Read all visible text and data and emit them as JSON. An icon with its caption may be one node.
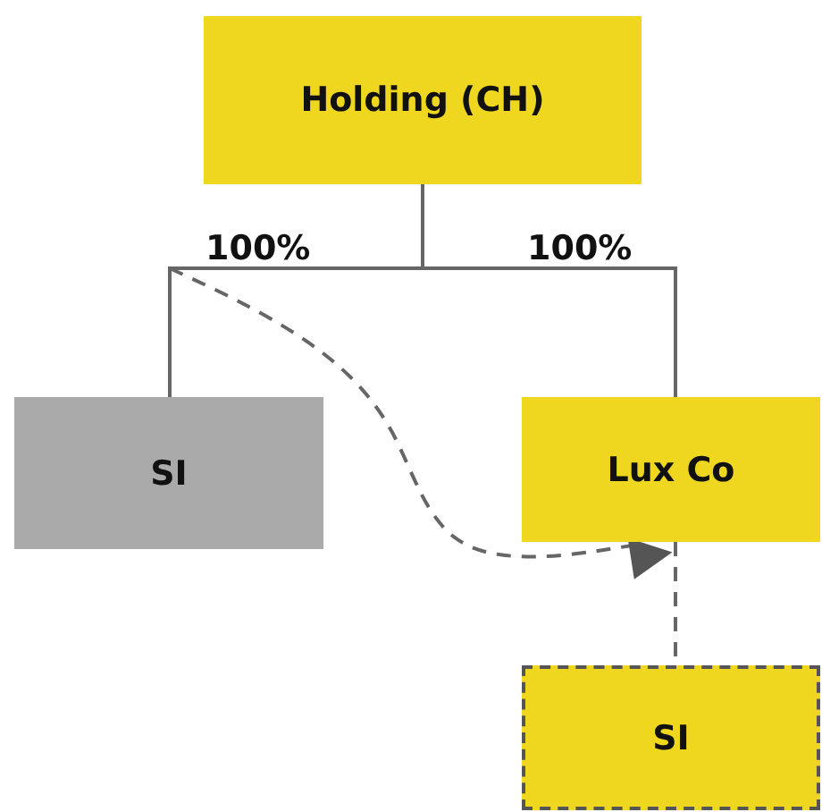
{
  "diagram": {
    "nodes": [
      {
        "text": [
          "Holding (CH)"
        ]
      },
      {
        "text": [
          "SI"
        ]
      },
      {
        "text": [
          "Lux Co"
        ]
      },
      {
        "text": [
          "SI"
        ]
      }
    ],
    "edges": [
      {
        "from": 0,
        "to": 1,
        "arrow": "none",
        "label": "100%"
      },
      {
        "from": 0,
        "to": 2,
        "arrow": "none",
        "label": "100%"
      },
      {
        "from": 2,
        "to": 3,
        "arrow": "none",
        "style": "dashed"
      },
      {
        "from": null,
        "to": 2,
        "arrow": "to",
        "style": "dashed"
      }
    ]
  }
}
